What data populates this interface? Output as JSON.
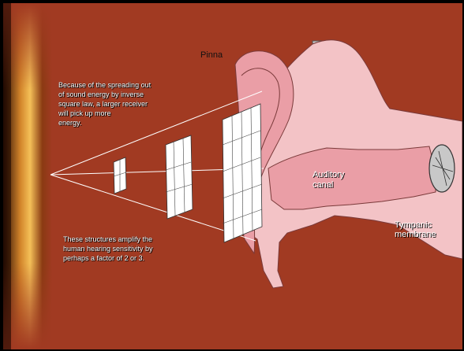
{
  "labels": {
    "pinna": "Pinna",
    "auditory_canal_line1": "Auditory",
    "auditory_canal_line2": "canal",
    "tympanic_line1": "Tympanic",
    "tympanic_line2": "membrane"
  },
  "annotations": {
    "energy_line1": "Because of the spreading out",
    "energy_line2": "of sound energy by inverse",
    "energy_line3": "square law, a larger receiver",
    "energy_line4": "will pick up more",
    "energy_line5": "energy.",
    "amplify_line1": "These structures amplify the",
    "amplify_line2": "human hearing sensitivity by",
    "amplify_line3": "perhaps a factor of 2 or 3."
  },
  "colors": {
    "background": "#a13a22",
    "ear_light": "#f3c3c6",
    "ear_mid": "#ea9ea6",
    "skull_gray": "#c8c8c8"
  }
}
